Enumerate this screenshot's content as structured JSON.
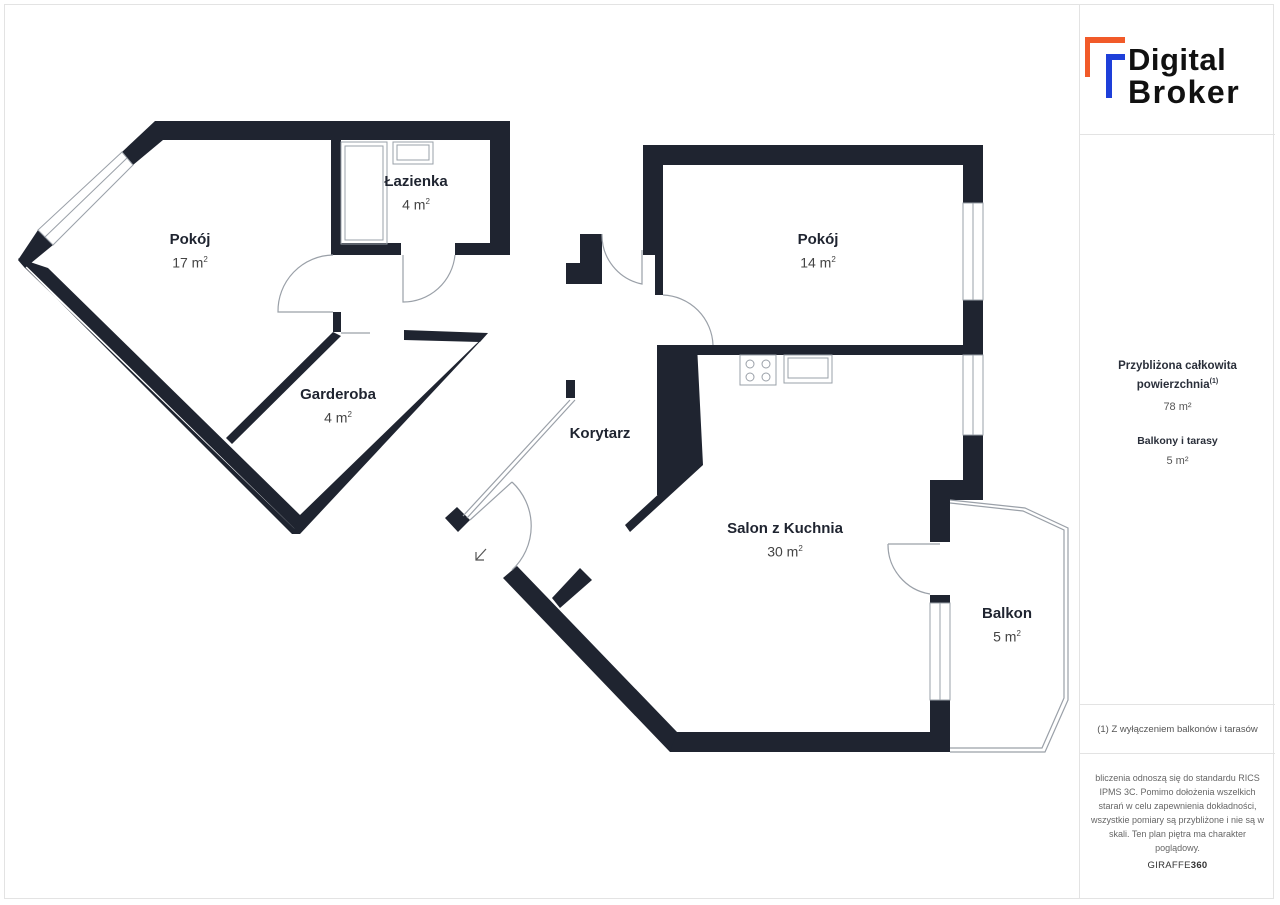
{
  "brand": {
    "logo_line1": "Digital",
    "logo_line2": "Broker",
    "accent_orange": "#f15a29",
    "accent_blue": "#1e3fd9"
  },
  "rooms": [
    {
      "name": "Pokój",
      "area": "17 m",
      "sup": "2"
    },
    {
      "name": "Łazienka",
      "area": "4 m",
      "sup": "2"
    },
    {
      "name": "Garderoba",
      "area": "4 m",
      "sup": "2"
    },
    {
      "name": "Korytarz",
      "area": "",
      "sup": ""
    },
    {
      "name": "Pokój",
      "area": "14 m",
      "sup": "2"
    },
    {
      "name": "Salon z Kuchnia",
      "area": "30 m",
      "sup": "2"
    },
    {
      "name": "Balkon",
      "area": "5 m",
      "sup": "2"
    }
  ],
  "summary": {
    "total_title_line1": "Przybliżona całkowita",
    "total_title_line2": "powierzchnia",
    "total_note_ref": "(1)",
    "total_value": "78 m²",
    "balcony_title": "Balkony i tarasy",
    "balcony_value": "5 m²"
  },
  "footnote": "(1) Z wyłączeniem balkonów i tarasów",
  "disclaimer": "bliczenia odnoszą się do standardu RICS IPMS 3C. Pomimo dołożenia wszelkich starań w celu zapewnienia dokładności, wszystkie pomiary są przybliżone i nie są w skali. Ten plan piętra ma charakter poglądowy.",
  "credit": {
    "part1": "GIRAFFE",
    "part2": "360"
  },
  "colors": {
    "wall": "#1f2430"
  }
}
